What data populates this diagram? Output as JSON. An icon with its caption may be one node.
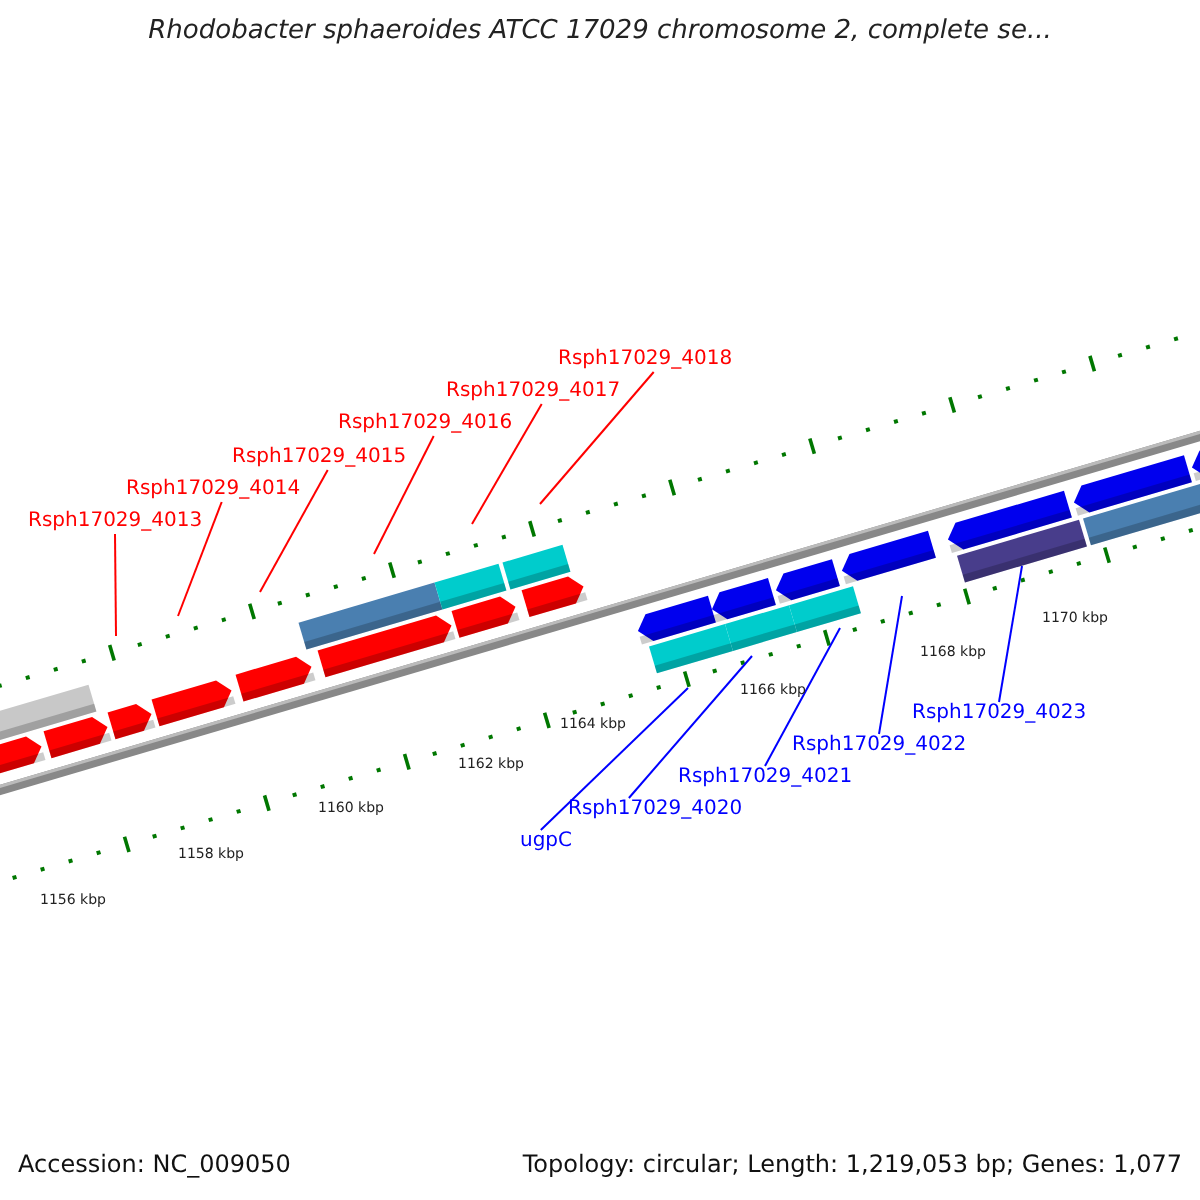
{
  "diagram": {
    "title": "Rhodobacter sphaeroides ATCC 17029 chromosome 2, complete se...",
    "nodes": [
      {
        "text": [
          "Rsph17029_4013"
        ]
      },
      {
        "text": [
          "Rsph17029_4014"
        ]
      },
      {
        "text": [
          "Rsph17029_4015"
        ]
      },
      {
        "text": [
          "Rsph17029_4016"
        ]
      },
      {
        "text": [
          "Rsph17029_4017"
        ]
      },
      {
        "text": [
          "Rsph17029_4018"
        ]
      },
      {
        "text": [
          "ugpC"
        ]
      },
      {
        "text": [
          "Rsph17029_4020"
        ]
      },
      {
        "text": [
          "Rsph17029_4021"
        ]
      },
      {
        "text": [
          "Rsph17029_4022"
        ]
      },
      {
        "text": [
          "Rsph17029_4023"
        ]
      }
    ],
    "edges": [
      {
        "from": 0,
        "to": null,
        "arrow": "none",
        "color": "#ff0000"
      },
      {
        "from": 1,
        "to": null,
        "arrow": "none",
        "color": "#ff0000"
      },
      {
        "from": 2,
        "to": null,
        "arrow": "none",
        "color": "#ff0000"
      },
      {
        "from": 3,
        "to": null,
        "arrow": "none",
        "color": "#ff0000"
      },
      {
        "from": 4,
        "to": null,
        "arrow": "none",
        "color": "#ff0000"
      },
      {
        "from": 5,
        "to": null,
        "arrow": "none",
        "color": "#ff0000"
      },
      {
        "from": 6,
        "to": null,
        "arrow": "none",
        "color": "#0000ff"
      },
      {
        "from": 7,
        "to": null,
        "arrow": "none",
        "color": "#0000ff"
      },
      {
        "from": 8,
        "to": null,
        "arrow": "none",
        "color": "#0000ff"
      },
      {
        "from": 9,
        "to": null,
        "arrow": "none",
        "color": "#0000ff"
      },
      {
        "from": 10,
        "to": null,
        "arrow": "none",
        "color": "#0000ff"
      }
    ],
    "labels": [
      "1156 kbp",
      "1158 kbp",
      "1160 kbp",
      "1162 kbp",
      "1164 kbp",
      "1166 kbp",
      "1168 kbp",
      "1170 kbp",
      "Accession: NC_009050",
      "Topology: circular; Length: 1,219,053 bp; Genes: 1,077"
    ]
  }
}
